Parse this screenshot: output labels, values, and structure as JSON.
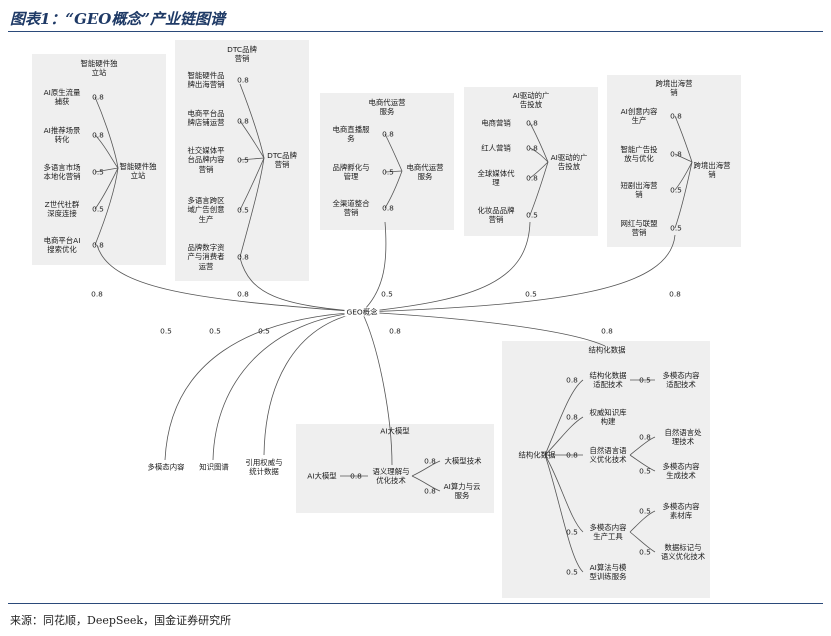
{
  "title": "图表1：“GEO概念”产业链图谱",
  "source": "来源：同花顺，DeepSeek，国金证券研究所",
  "root": "GEO概念",
  "groups": {
    "smart_hardware": {
      "title": "智能硬件独\n立站",
      "hub": "智能硬件独\n立站",
      "leaves": [
        "AI原生流量\n捕获",
        "AI推荐场景\n转化",
        "多语言市场\n本地化营销",
        "Z世代社群\n深度连接",
        "电商平台AI\n搜索优化"
      ],
      "leaf_weights": [
        "0.8",
        "0.8",
        "0.5",
        "0.5",
        "0.8"
      ]
    },
    "dtc": {
      "title": "DTC品牌\n营销",
      "hub": "DTC品牌\n营销",
      "leaves": [
        "智能硬件品\n牌出海营销",
        "电商平台品\n牌店铺运营",
        "社交媒体平\n台品牌内容\n营销",
        "多语言跨区\n域广告创意\n生产",
        "品牌数字资\n产与消费者\n运营"
      ],
      "leaf_weights": [
        "0.8",
        "0.8",
        "0.5",
        "0.5",
        "0.8"
      ]
    },
    "ecom_ops": {
      "title": "电商代运营\n服务",
      "hub": "电商代运营\n服务",
      "leaves": [
        "电商直播服\n务",
        "品牌孵化与\n管理",
        "全渠道整合\n营销"
      ],
      "leaf_weights": [
        "0.8",
        "0.5",
        "0.8"
      ]
    },
    "ai_ads": {
      "title": "AI驱动的广\n告投放",
      "hub": "AI驱动的广\n告投放",
      "leaves": [
        "电商营销",
        "红人营销",
        "全球媒体代\n理",
        "化妆品品牌\n营销"
      ],
      "leaf_weights": [
        "0.8",
        "0.8",
        "0.8",
        "0.5"
      ]
    },
    "cross_border": {
      "title": "跨境出海营\n销",
      "hub": "跨境出海营\n销",
      "leaves": [
        "AI创意内容\n生产",
        "智能广告投\n放与优化",
        "短剧出海营\n销",
        "网红与联盟\n营销"
      ],
      "leaf_weights": [
        "0.8",
        "0.8",
        "0.5",
        "0.5"
      ]
    },
    "ai_model": {
      "title": "AI大模型",
      "hub": "AI大模型",
      "mid": "语义理解与\n优化技术",
      "leaves": [
        "大模型技术",
        "AI算力与云\n服务"
      ],
      "mid_weight": "0.8",
      "leaf_weights": [
        "0.8",
        "0.8"
      ]
    },
    "structured": {
      "title": "结构化数据",
      "hub": "结构化数据",
      "mids": [
        "结构化数据\n适配技术",
        "权威知识库\n构建",
        "自然语言语\n义优化技术",
        "多模态内容\n生产工具",
        "AI算法与模\n型训练服务"
      ],
      "mid_weights": [
        "0.8",
        "0.8",
        "0.8",
        "0.5",
        "0.5"
      ],
      "subleaves": [
        "多模态内容\n适配技术",
        "自然语言处\n理技术",
        "多模态内容\n生成技术",
        "多模态内容\n素材库",
        "数据标记与\n语义优化技术"
      ],
      "subleaf_weights": [
        "0.5",
        "0.8",
        "0.5",
        "0.5",
        "0.5"
      ]
    }
  },
  "free_nodes": [
    "多模态内容",
    "知识图谱",
    "引用权威与\n统计数据"
  ],
  "root_weights": {
    "smart_hardware": "0.8",
    "dtc": "0.8",
    "ecom_ops": "0.5",
    "ai_ads": "0.5",
    "cross_border": "0.8",
    "mm_content": "0.5",
    "knowledge": "0.5",
    "authority": "0.5",
    "ai_model": "0.8",
    "structured": "0.8"
  }
}
